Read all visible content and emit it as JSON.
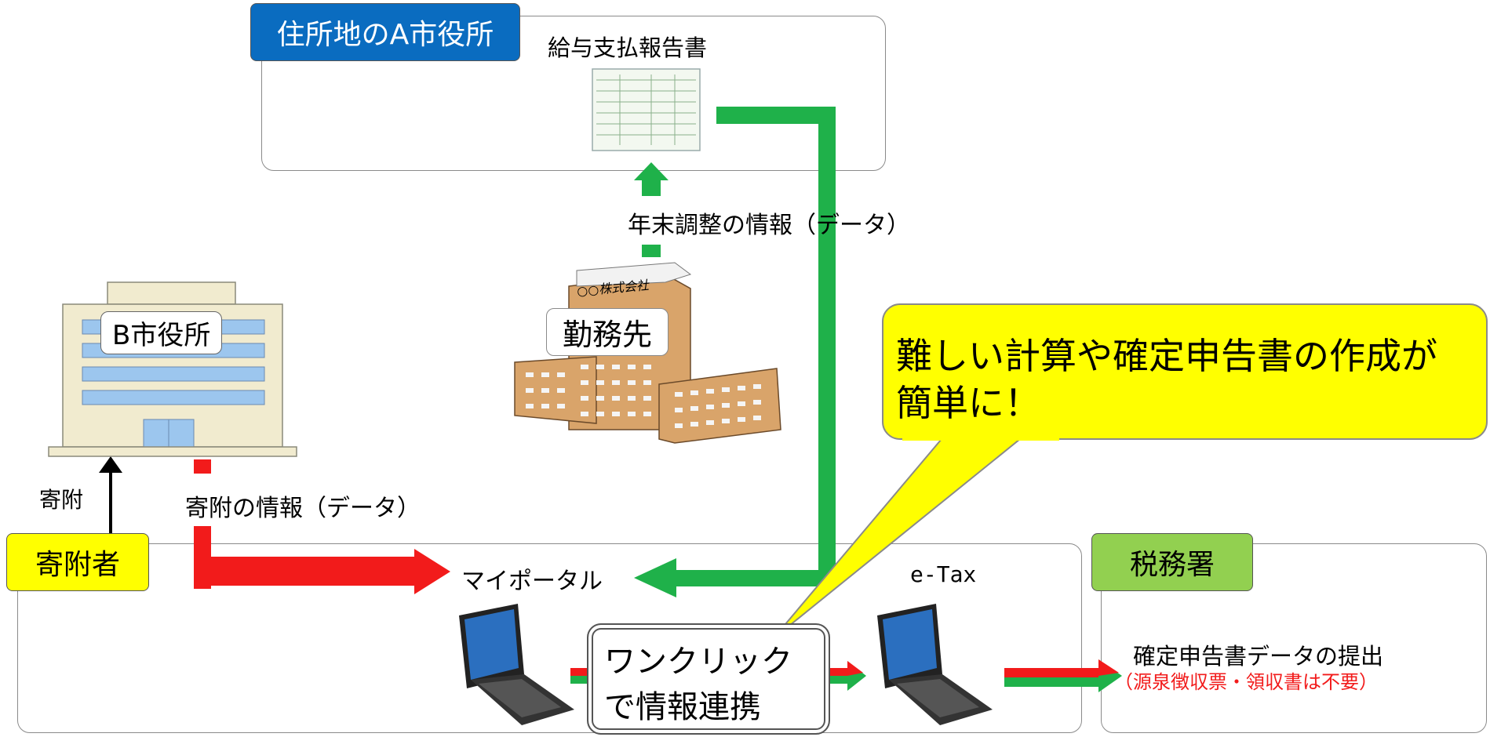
{
  "city_a": {
    "tag": "住所地のA市役所",
    "report": "給与支払報告書"
  },
  "year_end": "年末調整の情報（データ）",
  "employer": {
    "label": "勤務先",
    "sign": "○○株式会社"
  },
  "city_b": {
    "label": "B市役所"
  },
  "donation": {
    "arrow_label": "寄附",
    "info": "寄附の情報（データ）"
  },
  "donor": {
    "tag": "寄附者"
  },
  "myportal": "マイポータル",
  "etax": "e-Tax",
  "tax_office": {
    "tag": "税務署",
    "submit": "確定申告書データの提出",
    "note": "（源泉徴収票・領収書は不要）"
  },
  "callout": {
    "line1": "難しい計算や確定申告書の作成が",
    "line2": "簡単に！"
  },
  "one_click": {
    "line1": "ワンクリック",
    "line2": "で情報連携"
  },
  "colors": {
    "green": "#1fb14a",
    "red": "#f21b1b",
    "blue_tag": "#0a6cc0",
    "yellow": "#ffff00",
    "green_tag": "#92d050"
  }
}
